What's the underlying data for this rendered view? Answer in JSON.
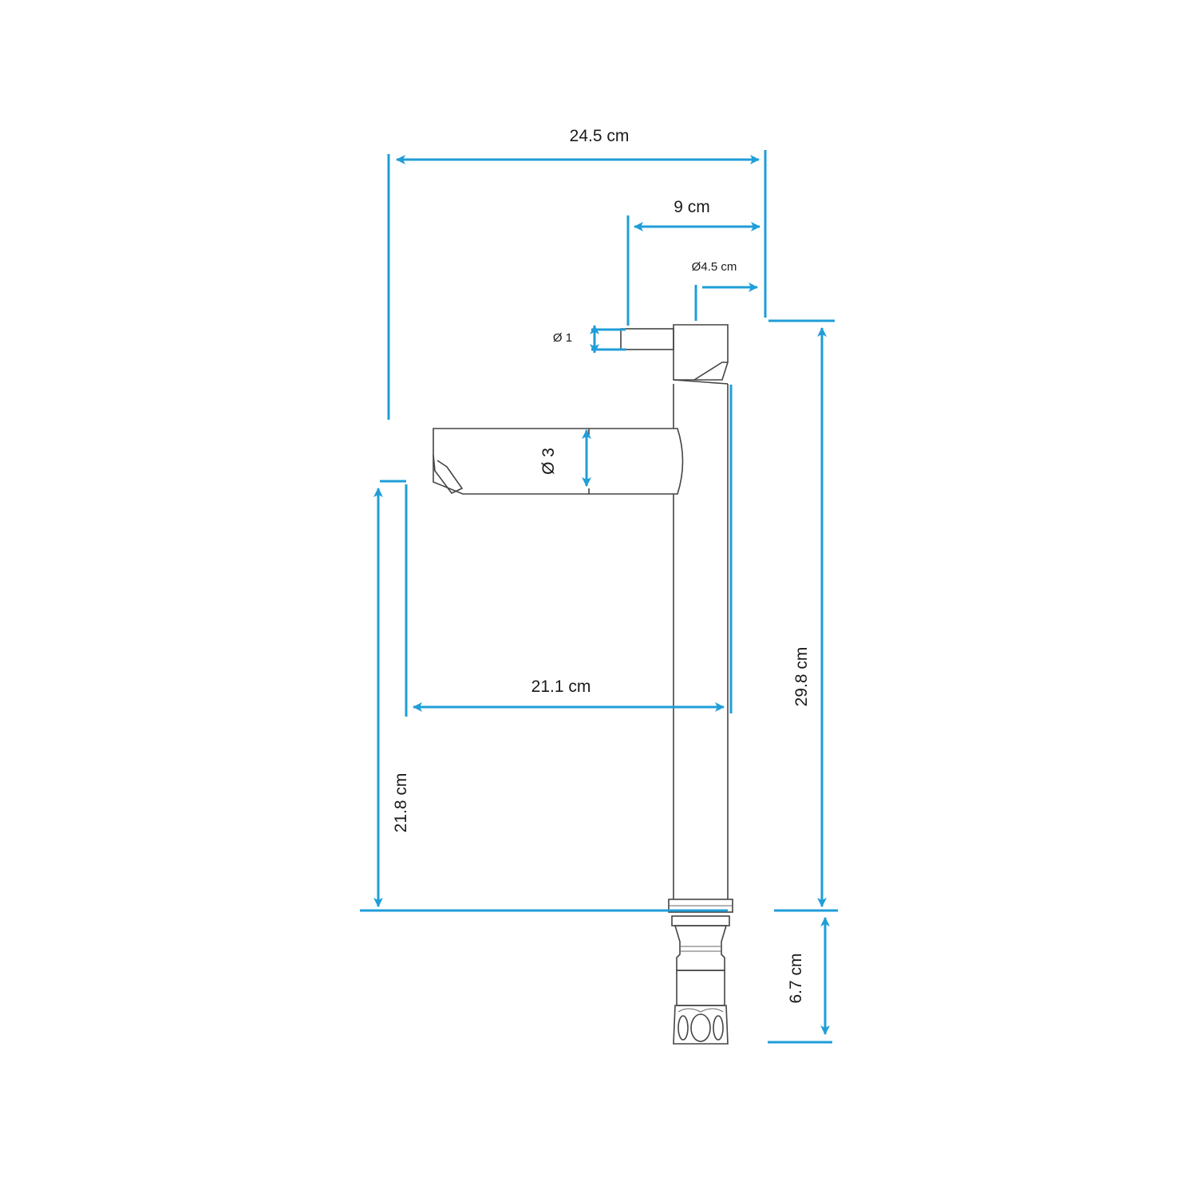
{
  "colors": {
    "dimension_line": "#1f9ed8",
    "outline": "#444444",
    "text": "#1a1a1a"
  },
  "dimensions": {
    "total_width": "24.5 cm",
    "handle_reach": "9 cm",
    "body_diameter": "Ø4.5 cm",
    "handle_diameter": "Ø 1",
    "spout_diameter": "Ø 3",
    "spout_reach": "21.1 cm",
    "spout_height": "21.8 cm",
    "total_height": "29.8 cm",
    "shank_length": "6.7 cm"
  }
}
